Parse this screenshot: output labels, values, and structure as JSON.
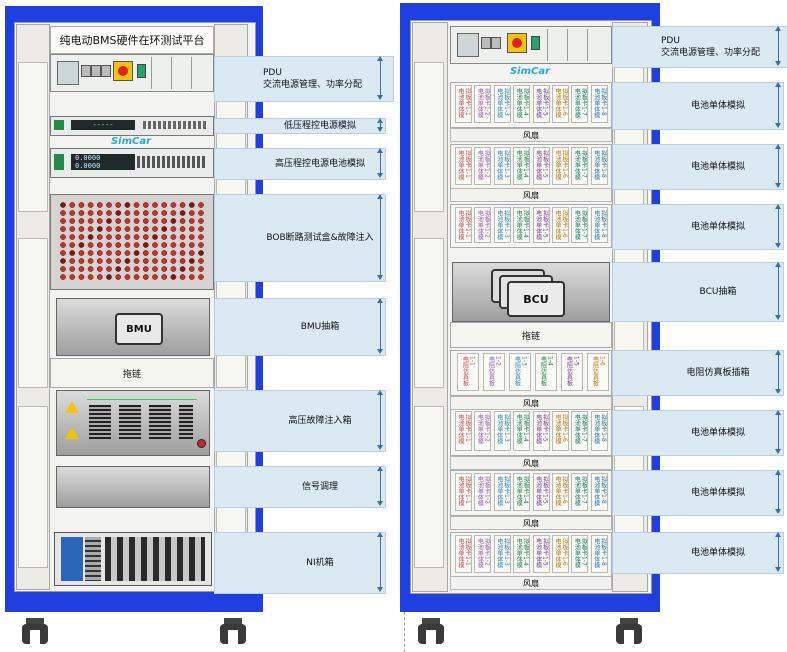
{
  "left_rack": {
    "title": "纯电动BMS硬件在环测试平台",
    "simcar_logo": "SimCar",
    "bmu_box_label": "BMU",
    "drag_chain": "拖链",
    "psu1_display": "-----",
    "psu2_display_a": "0.0000",
    "psu2_display_b": "0.0000",
    "labels": [
      {
        "line1": "PDU",
        "line2": "交流电源管理、功率分配"
      },
      {
        "line1": "低压程控电源模拟",
        "line2": ""
      },
      {
        "line1": "高压程控电源电池模拟",
        "line2": ""
      },
      {
        "line1": "BOB断路测试盒&故障注入",
        "line2": ""
      },
      {
        "line1": "BMU抽箱",
        "line2": ""
      },
      {
        "line1": "高压故障注入箱",
        "line2": ""
      },
      {
        "line1": "信号调理",
        "line2": ""
      },
      {
        "line1": "NI机箱",
        "line2": ""
      }
    ]
  },
  "right_rack": {
    "simcar_logo": "SimCar",
    "fan_label": "风扇",
    "drag_chain": "拖链",
    "bcu_box_label": "BCU",
    "cell_card_line1": "电池单体模",
    "cell_card_line2": "拟板卡",
    "cell_card_codes": [
      "1-1",
      "1-2",
      "1-3",
      "1-4",
      "1-5",
      "1-6",
      "1-7",
      "1-8"
    ],
    "res_card_line1": "电阻仿真板",
    "res_card_codes": [
      "1-1",
      "1-2",
      "1-3",
      "1-4",
      "1-5",
      "1-6"
    ],
    "labels": [
      {
        "line1": "PDU",
        "line2": "交流电源管理、功率分配"
      },
      {
        "line1": "电池单体模拟",
        "line2": ""
      },
      {
        "line1": "电池单体模拟",
        "line2": ""
      },
      {
        "line1": "电池单体模拟",
        "line2": ""
      },
      {
        "line1": "BCU抽箱",
        "line2": ""
      },
      {
        "line1": "电阻仿真板插箱",
        "line2": ""
      },
      {
        "line1": "电池单体模拟",
        "line2": ""
      },
      {
        "line1": "电池单体模拟",
        "line2": ""
      },
      {
        "line1": "电池单体模拟",
        "line2": ""
      }
    ]
  },
  "colors": {
    "cabinet_frame": "#1f3fe0",
    "label_fill": "#dbe9f3",
    "dimension_line": "#3a6fae",
    "card_colors": [
      "#c0504d",
      "#9b59b6",
      "#2e86c1",
      "#1e8449",
      "#7d3c98",
      "#b9770e",
      "#117a65",
      "#2874a6"
    ]
  }
}
